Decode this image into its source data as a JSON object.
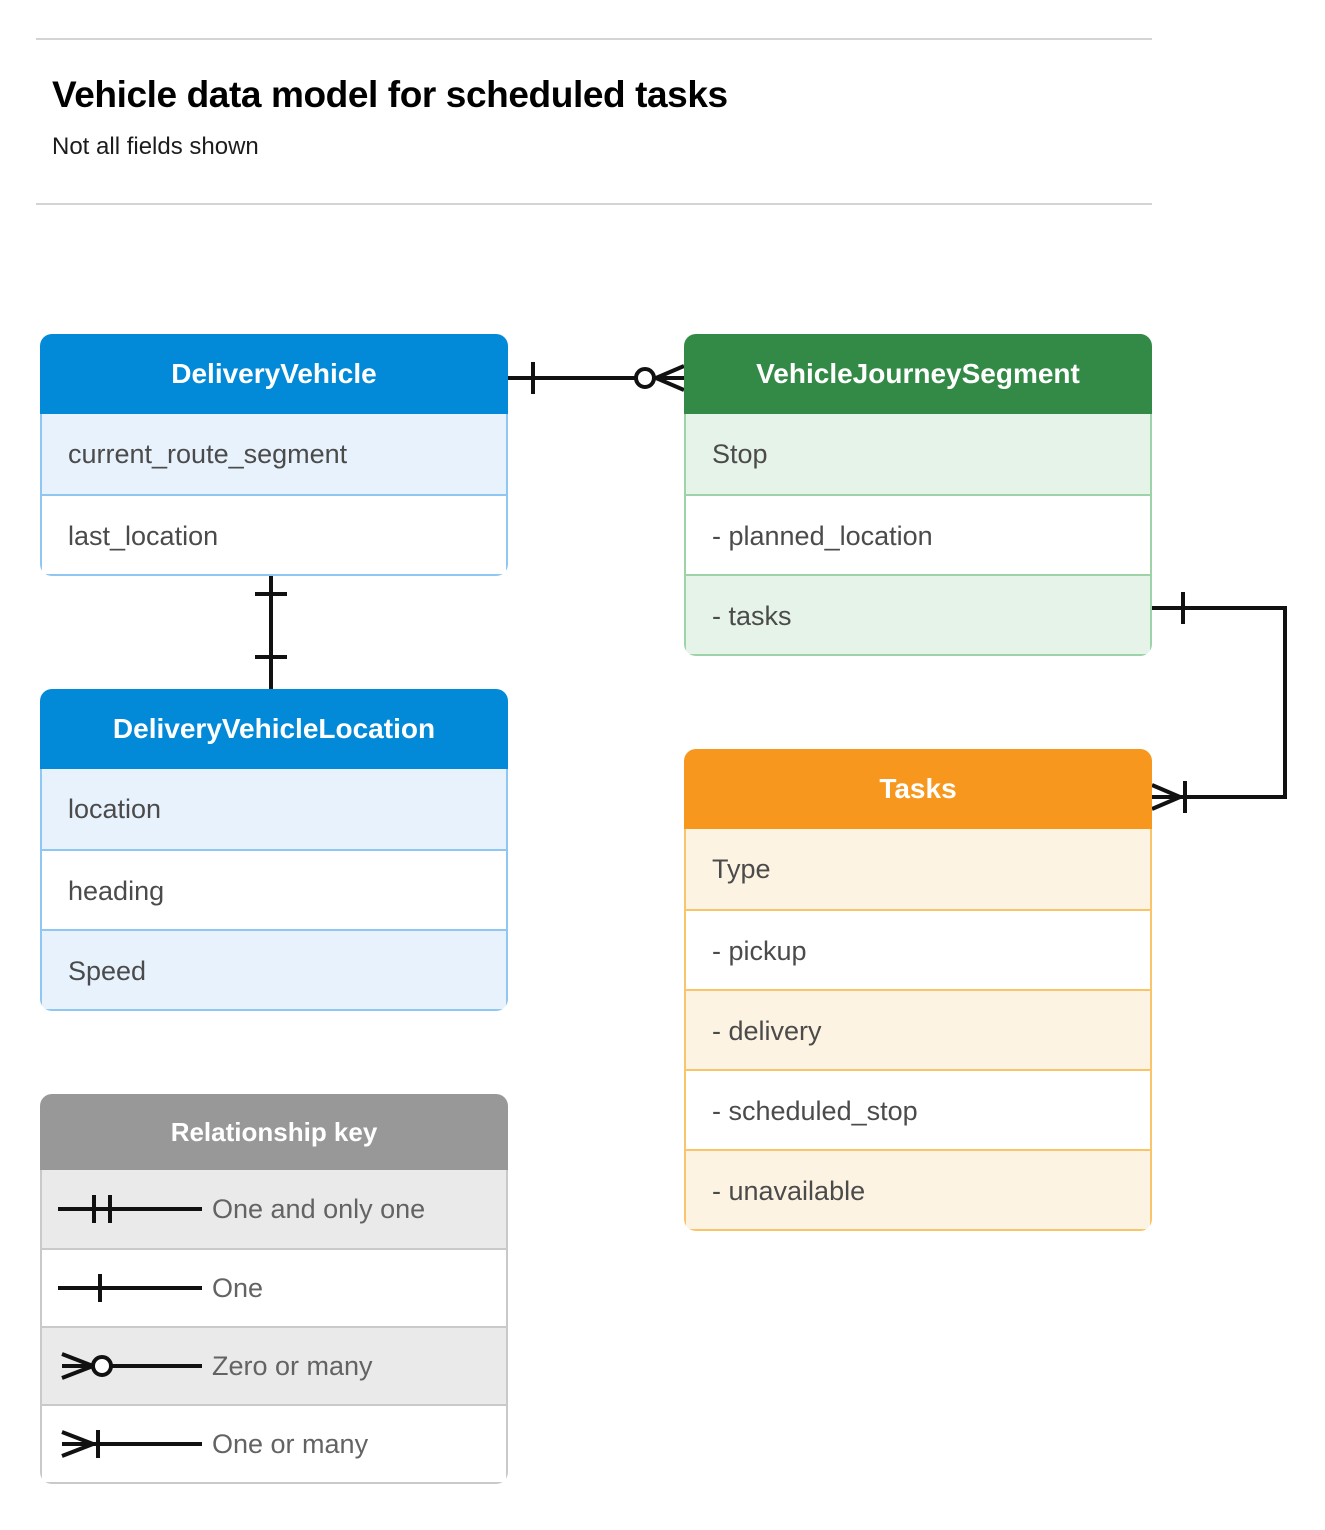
{
  "header": {
    "title": "Vehicle data model for scheduled tasks",
    "subtitle": "Not all fields shown"
  },
  "entities": [
    {
      "key": "delivery_vehicle",
      "name": "DeliveryVehicle",
      "color": "#0289d8",
      "rows": [
        "current_route_segment",
        "last_location"
      ]
    },
    {
      "key": "vehicle_journey_segment",
      "name": "VehicleJourneySegment",
      "color": "#338a46",
      "rows": [
        "Stop",
        "-  planned_location",
        "- tasks"
      ]
    },
    {
      "key": "delivery_vehicle_location",
      "name": "DeliveryVehicleLocation",
      "color": "#0289d8",
      "rows": [
        "location",
        "heading",
        "Speed"
      ]
    },
    {
      "key": "tasks",
      "name": "Tasks",
      "color": "#f8971d",
      "rows": [
        "Type",
        "-  pickup",
        "-  delivery",
        "-  scheduled_stop",
        "-  unavailable"
      ]
    }
  ],
  "legend": {
    "title": "Relationship key",
    "color": "#989898",
    "items": [
      {
        "symbol": "one-and-only-one",
        "label": "One and only one"
      },
      {
        "symbol": "one",
        "label": "One"
      },
      {
        "symbol": "zero-or-many",
        "label": "Zero or many"
      },
      {
        "symbol": "one-or-many",
        "label": "One or many"
      }
    ]
  },
  "relationships": [
    {
      "from": "delivery_vehicle",
      "to": "vehicle_journey_segment",
      "from_cardinality": "one",
      "to_cardinality": "zero-or-many"
    },
    {
      "from": "delivery_vehicle",
      "to": "delivery_vehicle_location",
      "from_cardinality": "one",
      "to_cardinality": "one"
    },
    {
      "from": "vehicle_journey_segment",
      "to": "tasks",
      "from_cardinality": "one",
      "to_cardinality": "one-or-many"
    }
  ]
}
